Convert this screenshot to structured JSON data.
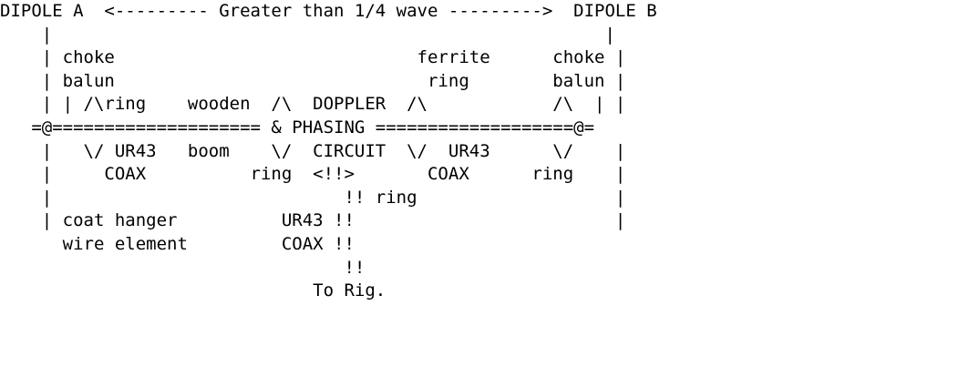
{
  "diagram": {
    "lines": [
      "DIPOLE A  <--------- Greater than 1/4 wave --------->  DIPOLE B",
      "    |                                                     |",
      "    | choke                             ferrite      choke |",
      "    | balun                              ring        balun |",
      "    | | /\\ring    wooden  /\\  DOPPLER  /\\            /\\  | |",
      "   =@==================== & PHASING ===================@=",
      "    |   \\/ UR43   boom    \\/  CIRCUIT  \\/  UR43      \\/    |",
      "    |     COAX          ring  <!!>       COAX      ring    |",
      "    |                            !! ring                   |",
      "    | coat hanger          UR43 !!                         |",
      "      wire element         COAX !!",
      "                                 !!",
      "                              To Rig."
    ]
  }
}
